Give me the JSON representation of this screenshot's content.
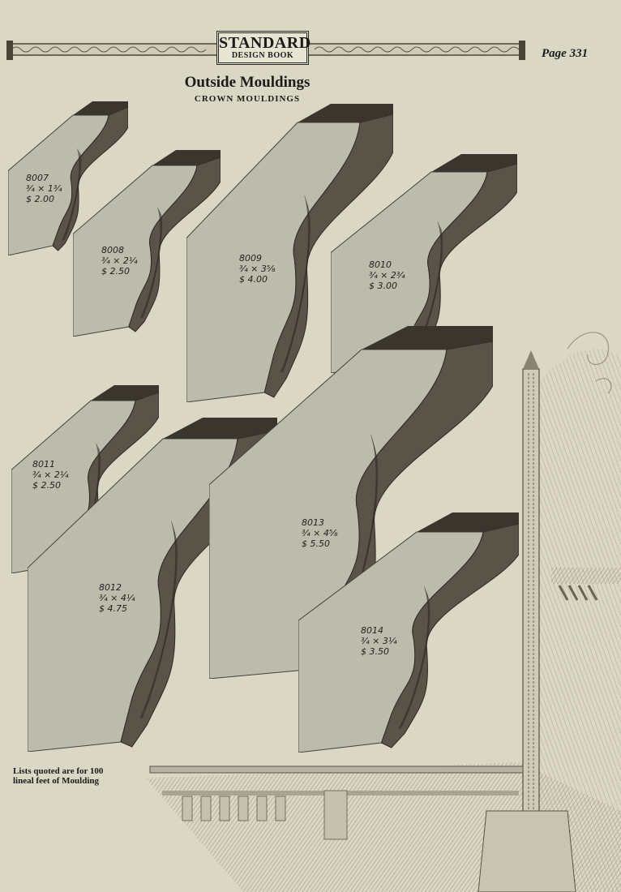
{
  "header": {
    "logo_main": "STANDARD",
    "logo_sub": "DESIGN BOOK",
    "page_label": "Page 331"
  },
  "title": "Outside Mouldings",
  "subtitle": "CROWN MOULDINGS",
  "mouldings": [
    {
      "number": "8007",
      "size": "¾ × 1¾",
      "price": "$ 2.00"
    },
    {
      "number": "8008",
      "size": "¾ × 2¼",
      "price": "$ 2.50"
    },
    {
      "number": "8009",
      "size": "¾ × 3⅝",
      "price": "$ 4.00"
    },
    {
      "number": "8010",
      "size": "¾ × 2¾",
      "price": "$ 3.00"
    },
    {
      "number": "8011",
      "size": "¾ × 2¼",
      "price": "$ 2.50"
    },
    {
      "number": "8012",
      "size": "¾ × 4¼",
      "price": "$ 4.75"
    },
    {
      "number": "8013",
      "size": "¾ × 4⅝",
      "price": "$ 5.50"
    },
    {
      "number": "8014",
      "size": "¾ × 3¼",
      "price": "$ 3.50"
    }
  ],
  "footnote": {
    "line1": "Lists quoted are for 100",
    "line2": "lineal feet of Moulding"
  },
  "colors": {
    "paper": "#dad7c5",
    "wood_face": "#bdbbac",
    "wood_end": "#3a352d",
    "wood_shadow": "#5a5348",
    "ink": "#1d1b17"
  }
}
